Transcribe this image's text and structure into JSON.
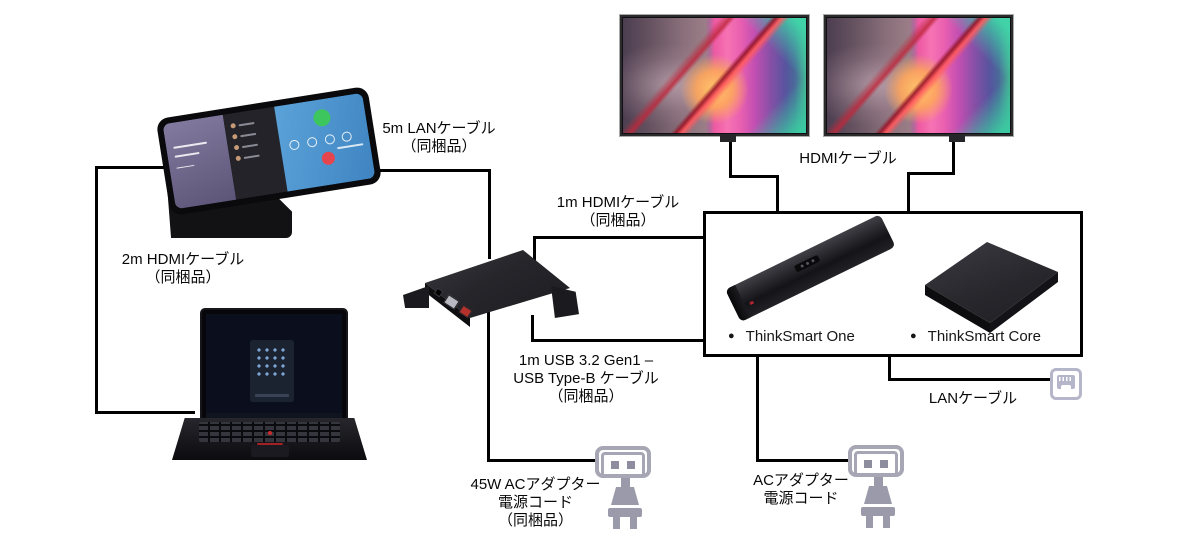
{
  "diagram": {
    "monitor_area": {
      "hdmi_label": "HDMIケーブル"
    },
    "cables": {
      "lan_5m": {
        "line1": "5m LANケーブル",
        "line2": "（同梱品）"
      },
      "hdmi_2m": {
        "line1": "2m HDMIケーブル",
        "line2": "（同梱品）"
      },
      "hdmi_1m": {
        "line1": "1m HDMIケーブル",
        "line2": "（同梱品）"
      },
      "usb_1m": {
        "line1": "1m USB 3.2 Gen1 –",
        "line2": "USB Type-B ケーブル",
        "line3": "（同梱品）"
      },
      "lan": {
        "line1": "LANケーブル"
      },
      "ac_45w": {
        "line1": "45W ACアダプター",
        "line2": "電源コード",
        "line3": "（同梱品）"
      },
      "ac": {
        "line1": "ACアダプター",
        "line2": "電源コード"
      }
    },
    "devices": {
      "thinksmart_one": {
        "bullet": "●",
        "label": "ThinkSmart One"
      },
      "thinksmart_core": {
        "bullet": "●",
        "label": "ThinkSmart Core"
      }
    },
    "icons": {
      "power_outlet_plug": "power-outlet-plug-icon",
      "lan_port": "lan-port-icon"
    },
    "colors": {
      "line": "#000000",
      "icon_gray": "#9a9aaa",
      "lan_icon_gray": "#b6b6ca",
      "tablet_screen_blue": "#4a90c8",
      "call_green": "#3ec65e",
      "call_red": "#e6454e"
    }
  }
}
